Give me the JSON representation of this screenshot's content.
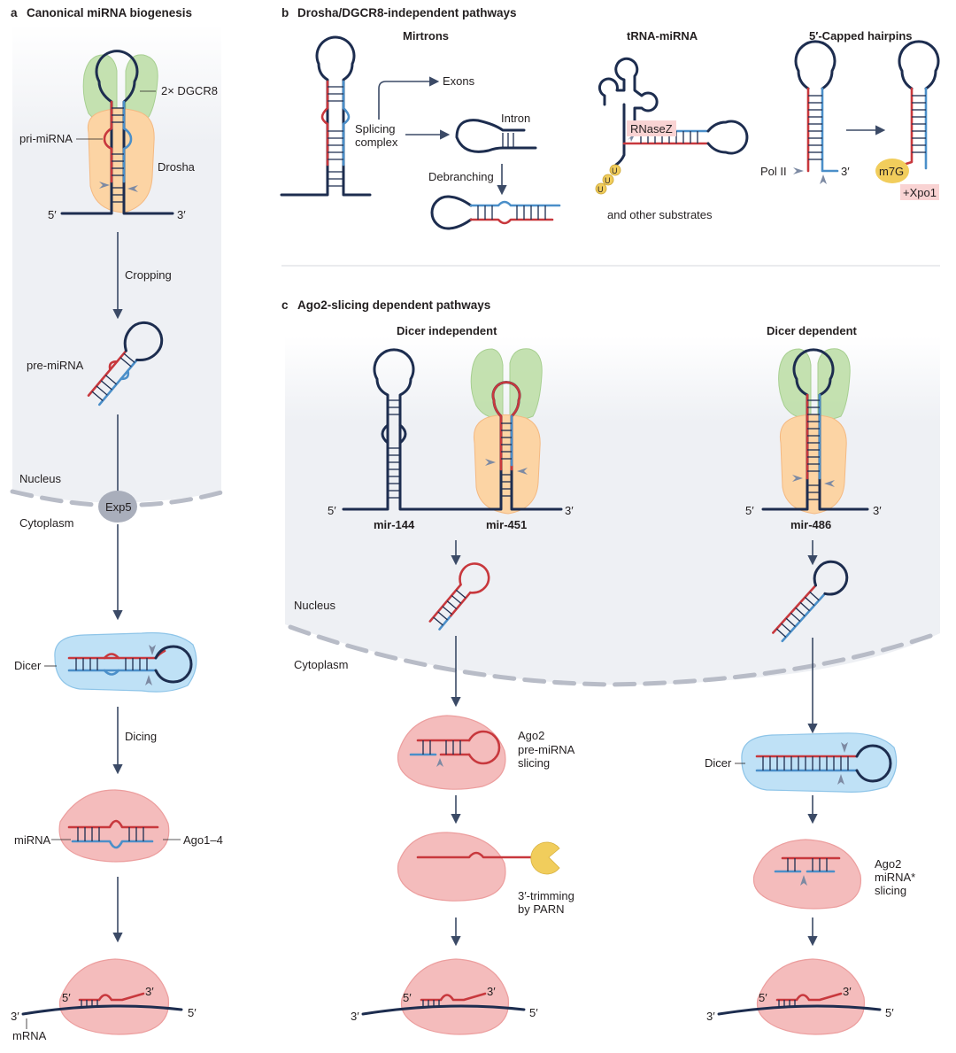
{
  "panel_a": {
    "letter": "a",
    "title": "Canonical miRNA biogenesis",
    "dgcr8_label": "2× DGCR8",
    "pri_mirna_label": "pri-miRNA",
    "drosha_label": "Drosha",
    "end5": "5′",
    "end3": "3′",
    "cropping_label": "Cropping",
    "pre_mirna_label": "pre-miRNA",
    "nucleus_label": "Nucleus",
    "exp5_label": "Exp5",
    "cytoplasm_label": "Cytoplasm",
    "dicer_label": "Dicer",
    "dicing_label": "Dicing",
    "mirna_label": "miRNA",
    "ago_label": "Ago1–4",
    "mrna_label": "mRNA"
  },
  "panel_b": {
    "letter": "b",
    "title": "Drosha/DGCR8-independent pathways",
    "mirtrons_title": "Mirtrons",
    "exons_label": "Exons",
    "splicing_label_1": "Splicing",
    "splicing_label_2": "complex",
    "intron_label": "Intron",
    "debranching_label": "Debranching",
    "trna_title": "tRNA-miRNA",
    "rnasez_label": "RNaseZ",
    "u_letter": "U",
    "other_substrates": "and other substrates",
    "capped_title": "5′-Capped hairpins",
    "polii_label": "Pol II",
    "end3": "3′",
    "m7g_label": "m7G",
    "xpo1_label": "+Xpo1"
  },
  "panel_c": {
    "letter": "c",
    "title": "Ago2-slicing dependent pathways",
    "dicer_independent_title": "Dicer independent",
    "dicer_dependent_title": "Dicer dependent",
    "end5": "5′",
    "end3": "3′",
    "mir144": "mir-144",
    "mir451": "mir-451",
    "mir486": "mir-486",
    "nucleus_label": "Nucleus",
    "cytoplasm_label": "Cytoplasm",
    "ago2_slicing_1": "Ago2",
    "ago2_slicing_2": "pre-miRNA",
    "ago2_slicing_3": "slicing",
    "trimming_1": "3′-trimming",
    "trimming_2": "by PARN",
    "dicer_label": "Dicer",
    "star_slicing_1": "Ago2",
    "star_slicing_2": "miRNA*",
    "star_slicing_3": "slicing"
  },
  "colors": {
    "navy": "#1d2d4f",
    "red_strand": "#c8383d",
    "blue_strand": "#4b8fc9",
    "ago": "#f4bcbc",
    "dicer": "#bfe1f6",
    "drosha": "#fcd4a4",
    "dgcr8": "#bfdfa9",
    "nucleus": "#eef0f4",
    "rnasez_box": "#f9d3d3",
    "parn": "#f1cd5c"
  }
}
